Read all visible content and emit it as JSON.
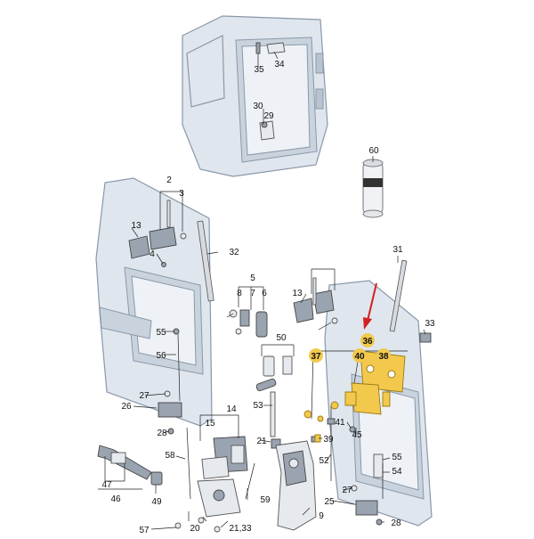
{
  "labels": [
    {
      "id": "2",
      "text": "2"
    },
    {
      "id": "3",
      "text": "3"
    },
    {
      "id": "4",
      "text": "4"
    },
    {
      "id": "5",
      "text": "5"
    },
    {
      "id": "6",
      "text": "6"
    },
    {
      "id": "7",
      "text": "7"
    },
    {
      "id": "8",
      "text": "8"
    },
    {
      "id": "9",
      "text": "9"
    },
    {
      "id": "13a",
      "text": "13"
    },
    {
      "id": "13b",
      "text": "13"
    },
    {
      "id": "14",
      "text": "14"
    },
    {
      "id": "15",
      "text": "15"
    },
    {
      "id": "20",
      "text": "20"
    },
    {
      "id": "21",
      "text": "21"
    },
    {
      "id": "2133",
      "text": "21,33"
    },
    {
      "id": "25",
      "text": "25"
    },
    {
      "id": "26",
      "text": "26"
    },
    {
      "id": "27a",
      "text": "27"
    },
    {
      "id": "27b",
      "text": "27"
    },
    {
      "id": "28a",
      "text": "28"
    },
    {
      "id": "28b",
      "text": "28"
    },
    {
      "id": "29",
      "text": "29"
    },
    {
      "id": "30",
      "text": "30"
    },
    {
      "id": "31",
      "text": "31"
    },
    {
      "id": "32",
      "text": "32"
    },
    {
      "id": "33",
      "text": "33"
    },
    {
      "id": "34",
      "text": "34"
    },
    {
      "id": "35",
      "text": "35"
    },
    {
      "id": "36",
      "text": "36"
    },
    {
      "id": "37",
      "text": "37"
    },
    {
      "id": "38",
      "text": "38"
    },
    {
      "id": "39",
      "text": "39"
    },
    {
      "id": "40",
      "text": "40"
    },
    {
      "id": "41",
      "text": "41"
    },
    {
      "id": "45",
      "text": "45"
    },
    {
      "id": "46",
      "text": "46"
    },
    {
      "id": "47",
      "text": "47"
    },
    {
      "id": "49",
      "text": "49"
    },
    {
      "id": "50",
      "text": "50"
    },
    {
      "id": "52",
      "text": "52"
    },
    {
      "id": "53",
      "text": "53"
    },
    {
      "id": "54",
      "text": "54"
    },
    {
      "id": "55a",
      "text": "55"
    },
    {
      "id": "55b",
      "text": "55"
    },
    {
      "id": "56",
      "text": "56"
    },
    {
      "id": "57",
      "text": "57"
    },
    {
      "id": "58",
      "text": "58"
    },
    {
      "id": "59",
      "text": "59"
    },
    {
      "id": "60",
      "text": "60"
    }
  ],
  "highlighted_labels": [
    "36",
    "37",
    "38",
    "40"
  ],
  "colors": {
    "highlight": "#f2c94c",
    "arrow": "#d42020",
    "panel": "#dfe6ee",
    "line": "#222222"
  }
}
